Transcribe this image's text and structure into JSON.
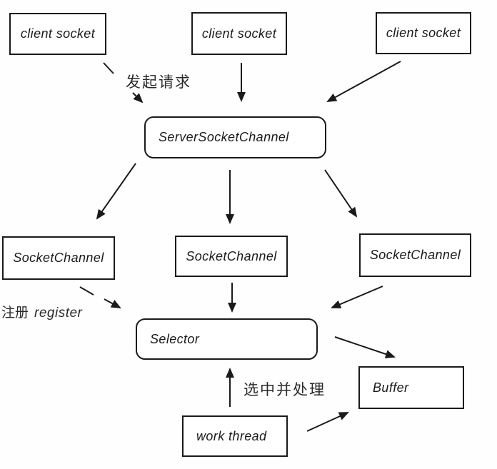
{
  "nodes": {
    "client_socket_1": "client socket",
    "client_socket_2": "client socket",
    "client_socket_3": "client socket",
    "server_socket_channel": "ServerSocketChannel",
    "socket_channel_1": "SocketChannel",
    "socket_channel_2": "SocketChannel",
    "socket_channel_3": "SocketChannel",
    "selector": "Selector",
    "buffer": "Buffer",
    "work_thread": "work thread"
  },
  "labels": {
    "initiate_request": "发起请求",
    "register_zh": "注册",
    "register_en": "register",
    "select_and_process": "选中并处理"
  },
  "colors": {
    "line": "#1a1a1a",
    "background": "#fefefe",
    "text": "#1a1a1a"
  },
  "connections": [
    {
      "from": "client_socket_1",
      "to": "server_socket_channel",
      "style": "dashed",
      "label": "发起请求"
    },
    {
      "from": "client_socket_2",
      "to": "server_socket_channel",
      "style": "solid",
      "label": ""
    },
    {
      "from": "client_socket_3",
      "to": "server_socket_channel",
      "style": "solid",
      "label": ""
    },
    {
      "from": "server_socket_channel",
      "to": "socket_channel_1",
      "style": "solid",
      "label": ""
    },
    {
      "from": "server_socket_channel",
      "to": "socket_channel_2",
      "style": "solid",
      "label": ""
    },
    {
      "from": "server_socket_channel",
      "to": "socket_channel_3",
      "style": "solid",
      "label": ""
    },
    {
      "from": "socket_channel_1",
      "to": "selector",
      "style": "dashed",
      "label": "注册 register"
    },
    {
      "from": "socket_channel_2",
      "to": "selector",
      "style": "solid",
      "label": ""
    },
    {
      "from": "socket_channel_3",
      "to": "selector",
      "style": "solid",
      "label": ""
    },
    {
      "from": "selector",
      "to": "buffer",
      "style": "solid",
      "label": ""
    },
    {
      "from": "work_thread",
      "to": "selector",
      "style": "solid",
      "label": "选中并处理"
    },
    {
      "from": "work_thread",
      "to": "buffer",
      "style": "solid",
      "label": ""
    }
  ]
}
